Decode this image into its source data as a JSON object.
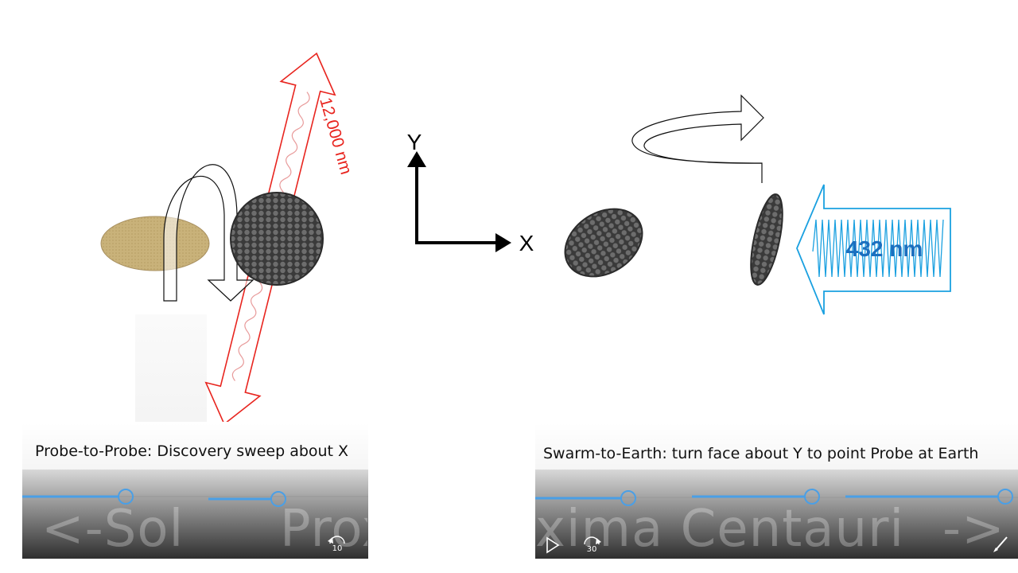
{
  "left_panel": {
    "caption": "Probe-to-Probe: Discovery sweep about X",
    "overlay_text": "<-Sol",
    "overlay_text_2": "Prox",
    "wavelength_label": "12,000 nm",
    "rewind_badge": "10"
  },
  "axes": {
    "y_label": "Y",
    "x_label": "X"
  },
  "right_panel": {
    "caption": "Swarm-to-Earth: turn face about Y to point Probe at Earth",
    "overlay_text": "xima Centauri",
    "overlay_text_2": "->",
    "wavelength_label": "432 nm",
    "forward_badge": "30"
  },
  "colors": {
    "red_arrow": "#e8251f",
    "blue_arrow": "#1aa0e0",
    "blue_text": "#1b6fbf",
    "slider_blue": "#4a9fe6",
    "sail_tan": "#c9b27a",
    "probe_dark": "#3e3e3e"
  }
}
